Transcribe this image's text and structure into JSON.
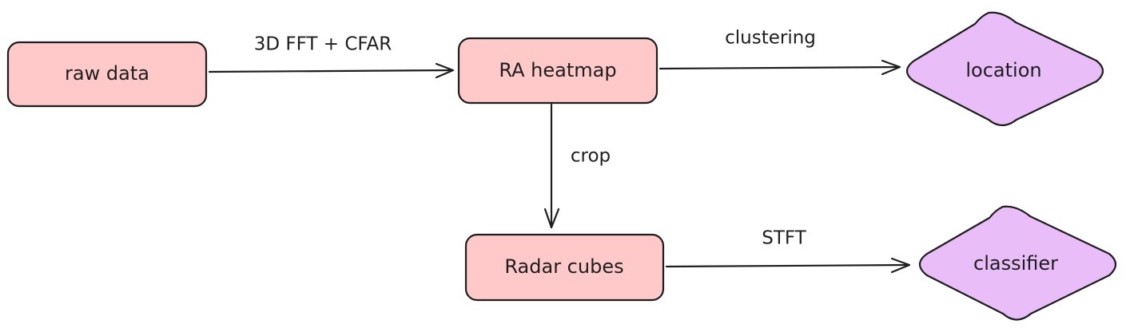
{
  "colors": {
    "process_fill": "#ffc9c9",
    "output_fill": "#e9bdf7",
    "stroke": "#1e1e1e"
  },
  "nodes": {
    "raw_data": "raw data",
    "ra_heatmap": "RA heatmap",
    "radar_cubes": "Radar cubes",
    "location": "location",
    "classifier": "classifier"
  },
  "edges": {
    "fft_cfar": "3D FFT + CFAR",
    "clustering": "clustering",
    "crop": "crop",
    "stft": "STFT"
  }
}
